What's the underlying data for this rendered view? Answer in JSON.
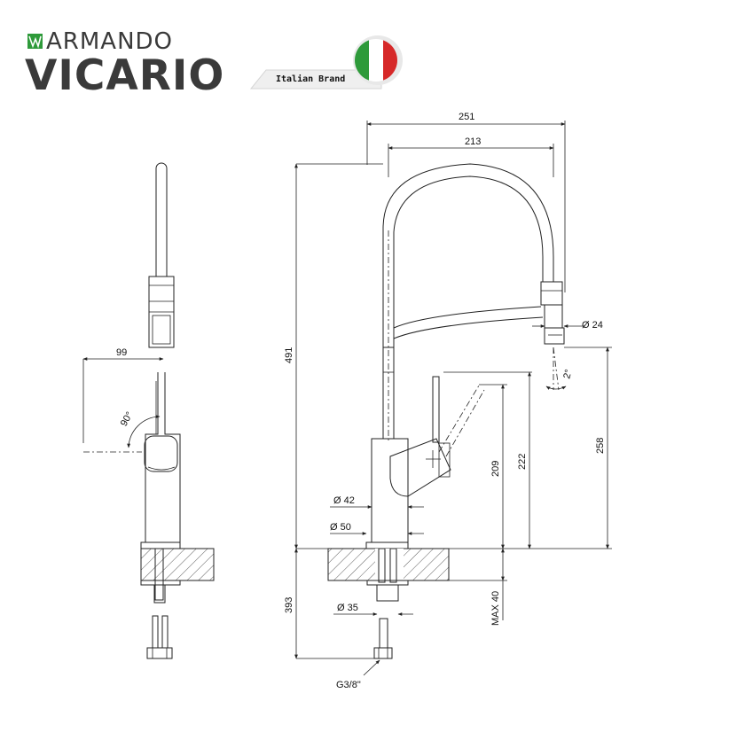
{
  "brand": {
    "line1": "ARMANDO",
    "line2": "VICARIO",
    "tagline": "Italian Brand",
    "accent_green": "#2e9a3a",
    "accent_red": "#d62828",
    "logo_icon": "va-monogram-icon",
    "flag_icon": "italian-flag-icon"
  },
  "side_view": {
    "dims": {
      "reach": "99",
      "angle": "90°"
    }
  },
  "front_view": {
    "dims": {
      "width_outer": "251",
      "width_inner": "213",
      "height_total": "491",
      "head_diameter": "Ø 24",
      "head_tilt": "2°",
      "spout_height": "258",
      "handle_height": "222",
      "lever_height": "209",
      "body_diameter": "Ø 42",
      "base_diameter": "Ø 50",
      "shank_diameter": "Ø 35",
      "below_deck": "393",
      "max_deck": "MAX 40",
      "connection": "G3/8\""
    }
  }
}
